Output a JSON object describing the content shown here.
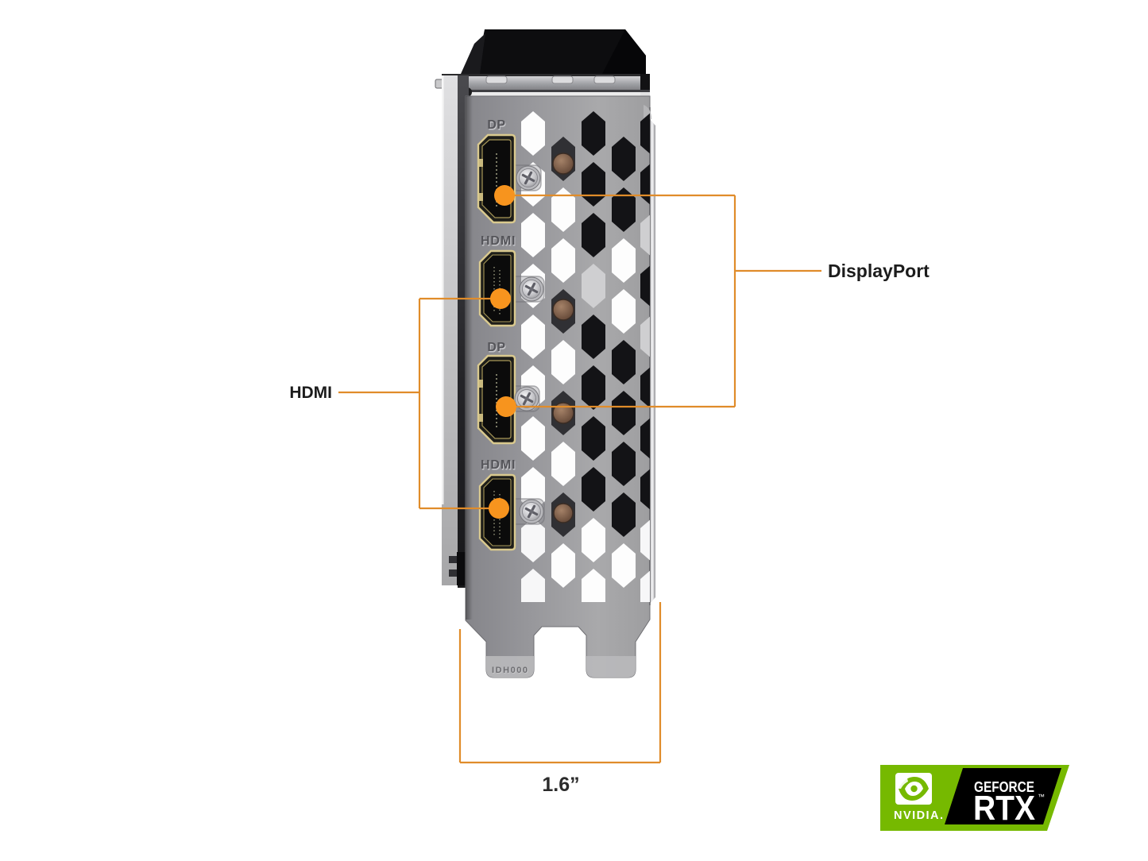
{
  "figure": {
    "callouts": {
      "hdmi": "HDMI",
      "displayport": "DisplayPort"
    },
    "dimension": "1.6”",
    "ports": [
      {
        "label": "DP"
      },
      {
        "label": "HDMI"
      },
      {
        "label": "DP"
      },
      {
        "label": "HDMI"
      }
    ],
    "bracket_stamp": "IDH000",
    "badge": {
      "brand": "NVIDIA.",
      "product": "GEFORCE",
      "series": "RTX",
      "trademark": "™"
    },
    "colors": {
      "callout_line": "#E08C2A",
      "callout_dot": "#F7941E",
      "nvidia_green": "#76B900"
    }
  }
}
